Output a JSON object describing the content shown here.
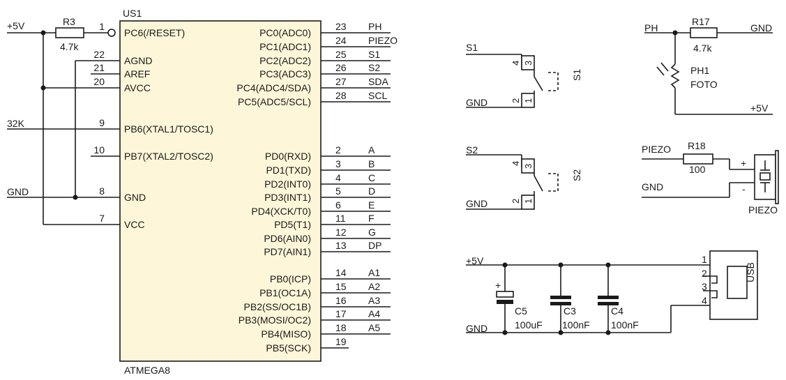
{
  "mcu": {
    "ref": "US1",
    "part": "ATMEGA8",
    "left_pins": [
      {
        "num": "1",
        "name": "PC6(/RESET)"
      },
      {
        "num": "22",
        "name": "AGND"
      },
      {
        "num": "21",
        "name": "AREF"
      },
      {
        "num": "20",
        "name": "AVCC"
      },
      {
        "num": "9",
        "name": "PB6(XTAL1/TOSC1)"
      },
      {
        "num": "10",
        "name": "PB7(XTAL2/TOSC2)"
      },
      {
        "num": "8",
        "name": "GND"
      },
      {
        "num": "7",
        "name": "VCC"
      }
    ],
    "right_pins": [
      {
        "num": "23",
        "name": "PC0(ADC0)",
        "net": "PH"
      },
      {
        "num": "24",
        "name": "PC1(ADC1)",
        "net": "PIEZO"
      },
      {
        "num": "25",
        "name": "PC2(ADC2)",
        "net": "S1"
      },
      {
        "num": "26",
        "name": "PC3(ADC3)",
        "net": "S2"
      },
      {
        "num": "27",
        "name": "PC4(ADC4/SDA)",
        "net": "SDA"
      },
      {
        "num": "28",
        "name": "PC5(ADC5/SCL)",
        "net": "SCL"
      },
      {
        "num": "2",
        "name": "PD0(RXD)",
        "net": "A"
      },
      {
        "num": "3",
        "name": "PD1(TXD)",
        "net": "B"
      },
      {
        "num": "4",
        "name": "PD2(INT0)",
        "net": "C"
      },
      {
        "num": "5",
        "name": "PD3(INT1)",
        "net": "D"
      },
      {
        "num": "6",
        "name": "PD4(XCK/T0)",
        "net": "E"
      },
      {
        "num": "11",
        "name": "PD5(T1)",
        "net": "F"
      },
      {
        "num": "12",
        "name": "PD6(AIN0)",
        "net": "G"
      },
      {
        "num": "13",
        "name": "PD7(AIN1)",
        "net": "DP"
      },
      {
        "num": "14",
        "name": "PB0(ICP)",
        "net": "A1"
      },
      {
        "num": "15",
        "name": "PB1(OC1A)",
        "net": "A2"
      },
      {
        "num": "16",
        "name": "PB2(SS/OC1B)",
        "net": "A3"
      },
      {
        "num": "17",
        "name": "PB3(MOSI/OC2)",
        "net": "A4"
      },
      {
        "num": "18",
        "name": "PB4(MISO)",
        "net": "A5"
      },
      {
        "num": "19",
        "name": "PB5(SCK)",
        "net": ""
      }
    ]
  },
  "left_nets": {
    "vcc": "+5V",
    "xtal": "32K",
    "gnd": "GND"
  },
  "r3": {
    "ref": "R3",
    "value": "4.7k"
  },
  "r17": {
    "ref": "R17",
    "value": "4.7k",
    "left_net": "PH",
    "right_net": "GND"
  },
  "ph1": {
    "ref": "PH1",
    "value": "FOTO",
    "bottom_net": "+5V"
  },
  "s1": {
    "ref": "S1",
    "net_top": "S1",
    "net_bottom": "GND",
    "pins": [
      "4",
      "3",
      "2",
      "1"
    ]
  },
  "s2": {
    "ref": "S2",
    "net_top": "S2",
    "net_bottom": "GND",
    "pins": [
      "4",
      "3",
      "2",
      "1"
    ]
  },
  "r18": {
    "ref": "R18",
    "value": "100",
    "left_net": "PIEZO"
  },
  "piezo": {
    "ref": "PIEZO",
    "plus": "+",
    "minus": "-",
    "gnd_net": "GND"
  },
  "power": {
    "vcc_net": "+5V",
    "gnd_net": "GND",
    "c5": {
      "ref": "C5",
      "value": "100uF",
      "polarity": "+"
    },
    "c3": {
      "ref": "C3",
      "value": "100nF"
    },
    "c4": {
      "ref": "C4",
      "value": "100nF"
    },
    "usb": {
      "label": "USB",
      "pins": [
        "1",
        "2",
        "3",
        "4"
      ]
    }
  }
}
